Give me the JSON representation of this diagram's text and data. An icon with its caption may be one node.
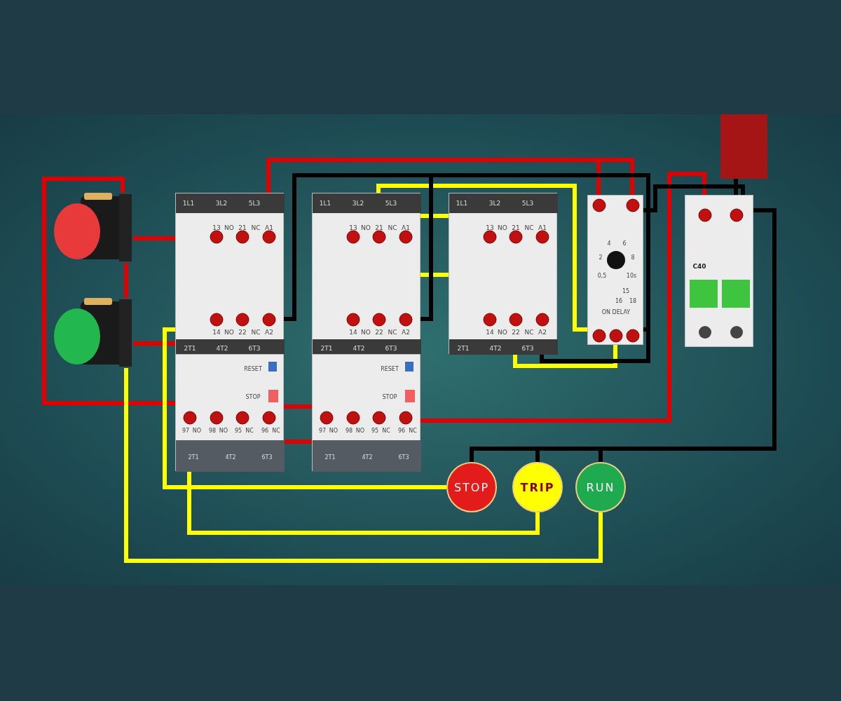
{
  "diagram": {
    "nodes": [
      {
        "text": [],
        "shape": "picture"
      },
      {
        "text": [],
        "shape": "picture"
      },
      {
        "text": [
          "1L1",
          "3L2",
          "5L3",
          "13",
          "NO",
          "21",
          "NC",
          "A1",
          "14",
          "NO",
          "22",
          "NC",
          "A2",
          "2T1",
          "4T2",
          "6T3"
        ]
      },
      {
        "text": [
          "RESET",
          "STOP",
          "97",
          "NO",
          "98",
          "NO",
          "95",
          "NC",
          "96",
          "NC",
          "2T1",
          "4T2",
          "6T3"
        ]
      },
      {
        "text": [
          "1L1",
          "3L2",
          "5L3",
          "13",
          "NO",
          "21",
          "NC",
          "A1",
          "14",
          "NO",
          "22",
          "NC",
          "A2",
          "2T1",
          "4T2",
          "6T3"
        ]
      },
      {
        "text": [
          "RESET",
          "STOP",
          "97",
          "NO",
          "98",
          "NO",
          "95",
          "NC",
          "96",
          "NC",
          "2T1",
          "4T2",
          "6T3"
        ]
      },
      {
        "text": [
          "1L1",
          "3L2",
          "5L3",
          "13",
          "NO",
          "21",
          "NC",
          "A1",
          "14",
          "NO",
          "22",
          "NC",
          "A2",
          "2T1",
          "4T2",
          "6T3"
        ]
      },
      {
        "text": [
          "4",
          "6",
          "2",
          "8",
          "0,5",
          "10s",
          "15",
          "16",
          "18",
          "ON DELAY"
        ]
      },
      {
        "text": [
          "C40"
        ]
      },
      {
        "text": [],
        "shape": "box"
      },
      {
        "text": [
          "STOP"
        ]
      },
      {
        "text": [
          "TRIP"
        ]
      },
      {
        "text": [
          "RUN"
        ]
      }
    ],
    "edges": [
      {
        "from": 0,
        "to": 2,
        "arrow": "none",
        "color": "#e00000"
      },
      {
        "from": 0,
        "to": 1,
        "arrow": "none",
        "color": "#e00000"
      },
      {
        "from": 0,
        "to": 3,
        "arrow": "none",
        "color": "#e00000"
      },
      {
        "from": 1,
        "to": 2,
        "arrow": "none",
        "color": "#e00000"
      },
      {
        "from": 2,
        "to": 7,
        "arrow": "none",
        "color": "#e00000"
      },
      {
        "from": 3,
        "to": 5,
        "arrow": "none",
        "color": "#e00000"
      },
      {
        "from": 5,
        "to": 8,
        "arrow": "none",
        "color": "#e00000"
      },
      {
        "from": 4,
        "to": 7,
        "arrow": "none",
        "color": "#ffff00"
      },
      {
        "from": 4,
        "to": 6,
        "arrow": "none",
        "color": "#ffff00"
      },
      {
        "from": 4,
        "to": 6,
        "arrow": "none",
        "color": "#ffff00"
      },
      {
        "from": 6,
        "to": 7,
        "arrow": "none",
        "color": "#ffff00"
      },
      {
        "from": 2,
        "to": 10,
        "arrow": "none",
        "color": "#ffff00"
      },
      {
        "from": 3,
        "to": 11,
        "arrow": "none",
        "color": "#ffff00"
      },
      {
        "from": 1,
        "to": 12,
        "arrow": "none",
        "color": "#ffff00"
      },
      {
        "from": 2,
        "to": 7,
        "arrow": "none",
        "color": "#000000"
      },
      {
        "from": 4,
        "to": 7,
        "arrow": "none",
        "color": "#000000"
      },
      {
        "from": 6,
        "to": 7,
        "arrow": "none",
        "color": "#000000"
      },
      {
        "from": 7,
        "to": 8,
        "arrow": "none",
        "color": "#000000"
      },
      {
        "from": 9,
        "to": 8,
        "arrow": "none",
        "color": "#000000"
      },
      {
        "from": 8,
        "to": 10,
        "arrow": "none",
        "color": "#000000"
      },
      {
        "from": 8,
        "to": 11,
        "arrow": "none",
        "color": "#000000"
      },
      {
        "from": 8,
        "to": 12,
        "arrow": "none",
        "color": "#000000"
      }
    ]
  }
}
